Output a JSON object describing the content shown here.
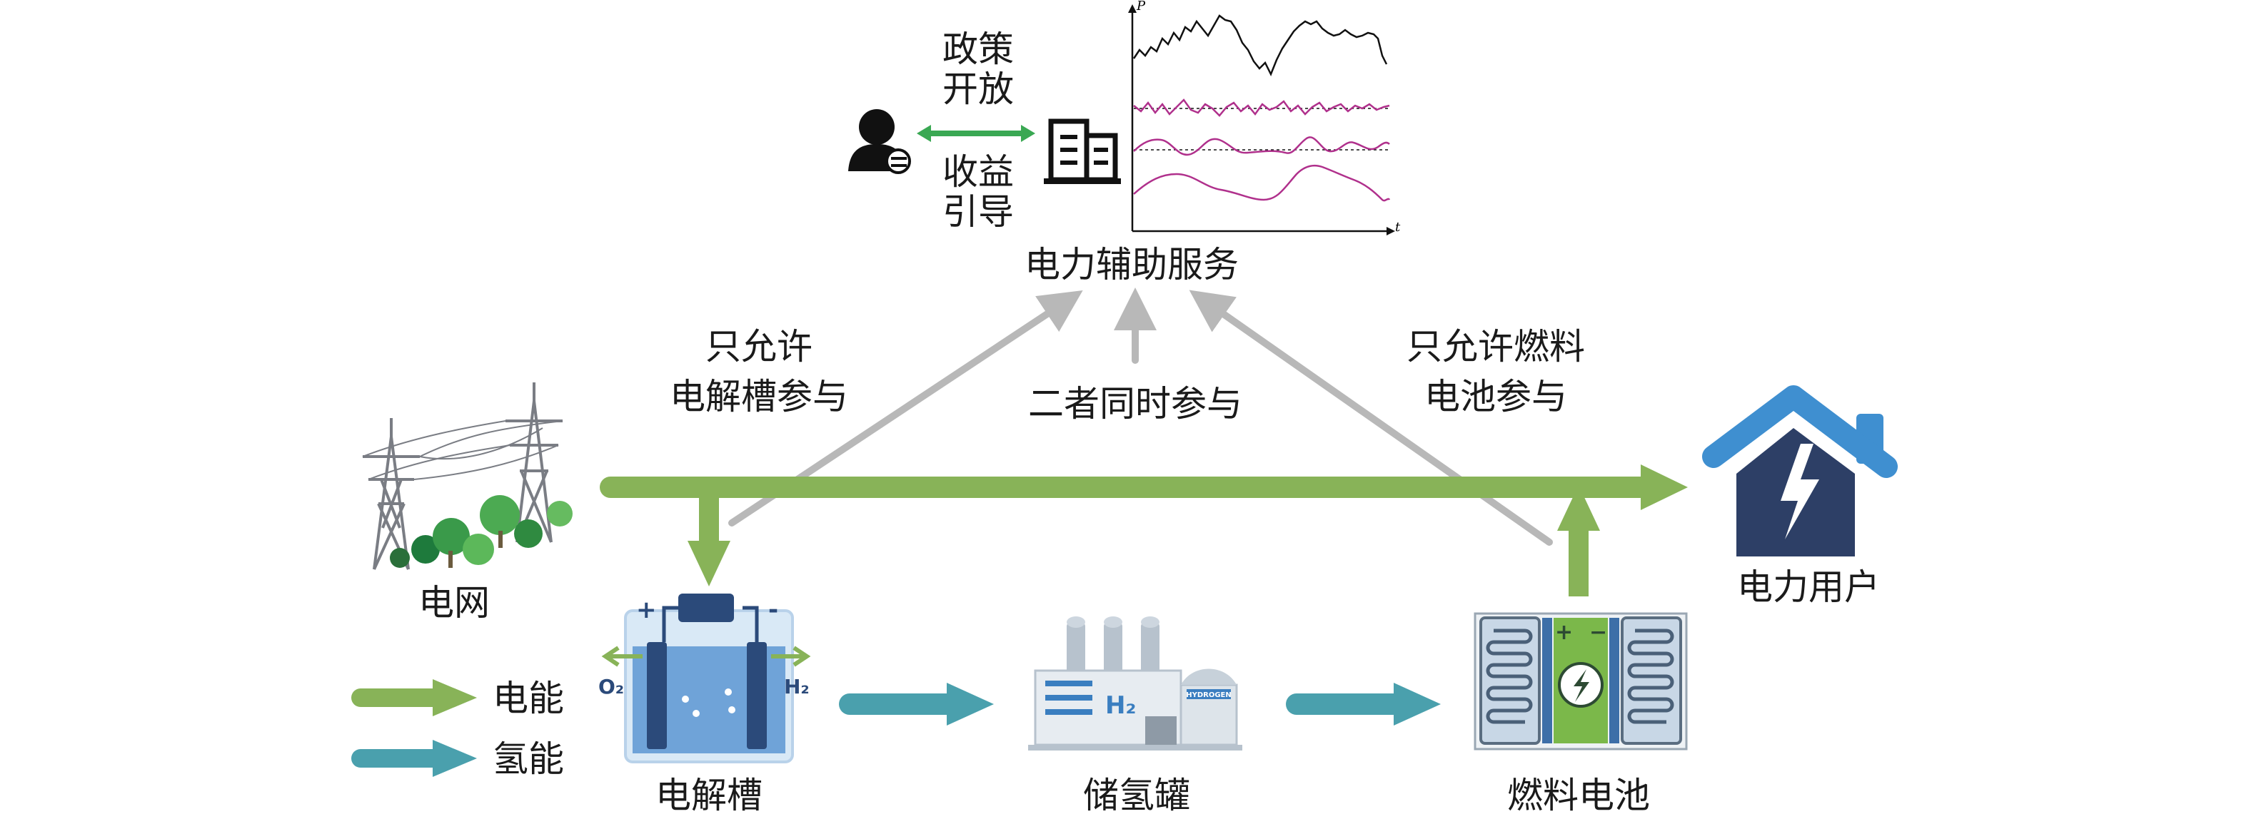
{
  "policy": {
    "line1": "政策",
    "line2": "开放",
    "line3": "收益",
    "line4": "引导"
  },
  "ancillary_service": "电力辅助服务",
  "chart_axis": {
    "y": "P",
    "x": "t"
  },
  "modes": {
    "left_line1": "只允许",
    "left_line2": "电解槽参与",
    "middle": "二者同时参与",
    "right_line1": "只允许燃料",
    "right_line2": "电池参与"
  },
  "nodes": {
    "grid": "电网",
    "user": "电力用户",
    "electrolyzer": "电解槽",
    "storage": "储氢罐",
    "fuel_cell": "燃料电池"
  },
  "electrolyzer_marks": {
    "plus": "+",
    "minus": "-",
    "o2": "O₂",
    "h2": "H₂"
  },
  "storage_marks": {
    "h2": "H₂",
    "plate": "HYDROGEN"
  },
  "fuel_cell_marks": {
    "plus": "+",
    "minus": "−"
  },
  "legend": {
    "electric": "电能",
    "hydrogen": "氢能"
  },
  "colors": {
    "electric_arrow": "#88b358",
    "hydrogen_arrow": "#4aa0ad",
    "service_arrow": "#b8b8b8",
    "exchange_arrow": "#3aa853",
    "house_roof": "#3f8fd0",
    "house_body": "#2d3f66",
    "chart_black": "#111111",
    "chart_magenta": "#b0308c"
  },
  "icons": {
    "user": "investor-icon",
    "company": "building-icon",
    "grid": "transmission-tower-icon",
    "user_home": "house-lightning-icon",
    "electrolyzer": "electrolyzer-icon",
    "storage": "hydrogen-tank-icon",
    "fuel_cell": "fuel-cell-icon"
  }
}
